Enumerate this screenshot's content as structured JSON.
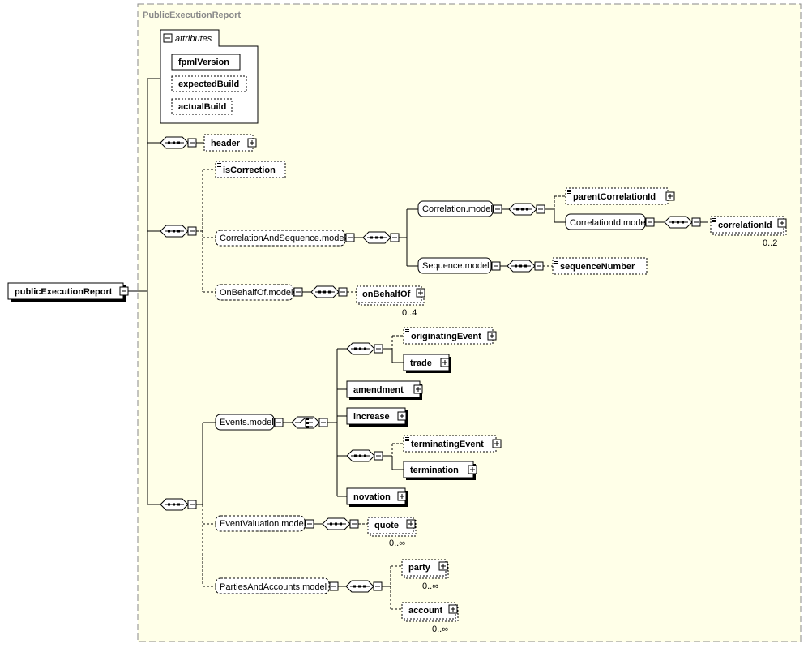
{
  "container_title": "PublicExecutionReport",
  "attributes": {
    "title": "attributes",
    "items": [
      "fpmlVersion",
      "expectedBuild",
      "actualBuild"
    ]
  },
  "root": "publicExecutionReport",
  "elements": {
    "header": "header",
    "isCorrection": "isCorrection",
    "parentCorrelationId": "parentCorrelationId",
    "correlationId": "correlationId",
    "sequenceNumber": "sequenceNumber",
    "onBehalfOf": "onBehalfOf",
    "originatingEvent": "originatingEvent",
    "trade": "trade",
    "amendment": "amendment",
    "increase": "increase",
    "terminatingEvent": "terminatingEvent",
    "termination": "termination",
    "novation": "novation",
    "quote": "quote",
    "party": "party",
    "account": "account"
  },
  "groups": {
    "correlationAndSequence": "CorrelationAndSequence.model",
    "correlation": "Correlation.model",
    "correlationId": "CorrelationId.model",
    "sequence": "Sequence.model",
    "onBehalfOf": "OnBehalfOf.model",
    "events": "Events.model",
    "eventValuation": "EventValuation.model",
    "partiesAndAccounts": "PartiesAndAccounts.model"
  },
  "cardinalities": {
    "correlationId": "0..2",
    "onBehalfOf": "0..4",
    "quote": "0..∞",
    "party": "0..∞",
    "account": "0..∞"
  }
}
